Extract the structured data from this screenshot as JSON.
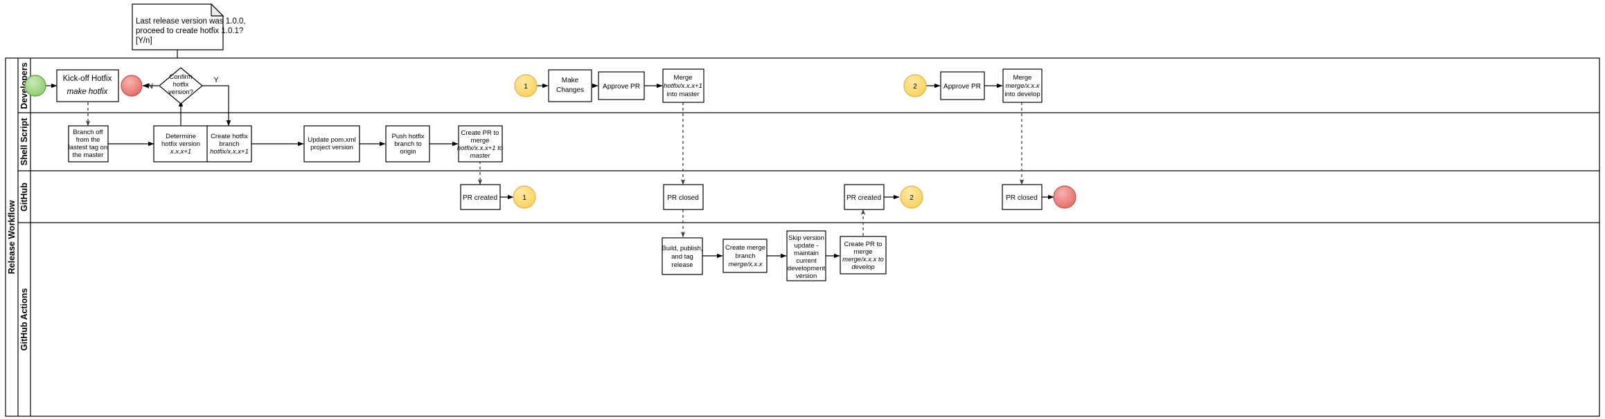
{
  "diagram": {
    "pool_title": "Release Workflow",
    "type": "bpmn-swimlane",
    "note": {
      "line1": "Last release version was 1.0.0,",
      "line2": "proceed to create hotfix 1.0.1?",
      "line3": "[Y/n]"
    },
    "lanes": [
      {
        "id": "developers",
        "label": "Developers"
      },
      {
        "id": "shell-script",
        "label": "Shell Script"
      },
      {
        "id": "github",
        "label": "GitHub"
      },
      {
        "id": "github-actions",
        "label": "GitHub Actions"
      }
    ],
    "colors": {
      "start_event": "#97d077",
      "end_event": "#ea6b66",
      "link_event": "#ffd966",
      "stroke": "#000000",
      "box_fill": "#ffffff",
      "note_fold": "#eeeeee"
    },
    "edge_labels": {
      "no": "N",
      "yes": "Y"
    },
    "nodes": {
      "start": {
        "label": ""
      },
      "kickoff": {
        "line1": "Kick-off Hotfix",
        "line2": "make hotfix"
      },
      "end_no": {
        "label": ""
      },
      "confirm": {
        "line1": "Confirm",
        "line2": "hotfix",
        "line3": "version?"
      },
      "branch_off": {
        "line1": "Branch off",
        "line2": "from the",
        "line3": "lastest tag on",
        "line4": "the master"
      },
      "determine": {
        "line1": "Determine",
        "line2": "hotfix version",
        "line3": "x.x.x+1"
      },
      "create_branch": {
        "line1": "Create hotfix",
        "line2": "branch",
        "line3": "hotfix/x.x.x+1"
      },
      "update_pom": {
        "line1": "Update pom.xml",
        "line2": "project version"
      },
      "push_branch": {
        "line1": "Push hotfix",
        "line2": "branch to",
        "line3": "origin"
      },
      "create_pr_master": {
        "line1": "Create PR to",
        "line2": "merge",
        "line3": "hotfix/x.x.x+1 to",
        "line4": "master"
      },
      "pr_created_1": {
        "label": "PR created"
      },
      "link_1a": {
        "label": "1"
      },
      "link_1b": {
        "label": "1"
      },
      "make_changes": {
        "line1": "Make",
        "line2": "Changes"
      },
      "approve_pr_1": {
        "label": "Approve PR"
      },
      "merge_master": {
        "line1": "Merge",
        "line2": "hotfix/x.x.x+1",
        "line3": "into master"
      },
      "pr_closed_1": {
        "label": "PR closed"
      },
      "build_publish": {
        "line1": "Build, publish,",
        "line2": "and tag",
        "line3": "release"
      },
      "create_merge_branch": {
        "line1": "Create merge",
        "line2": "branch",
        "line3": "merge/x.x.x"
      },
      "skip_version": {
        "line1": "Skip version",
        "line2": "update -",
        "line3": "maintain",
        "line4": "current",
        "line5": "development",
        "line6": "version"
      },
      "create_pr_develop": {
        "line1": "Create PR to",
        "line2": "merge",
        "line3": "merge/x.x.x to",
        "line4": "develop"
      },
      "pr_created_2": {
        "label": "PR created"
      },
      "link_2a": {
        "label": "2"
      },
      "link_2b": {
        "label": "2"
      },
      "approve_pr_2": {
        "label": "Approve PR"
      },
      "merge_develop": {
        "line1": "Merge",
        "line2": "merge/x.x.x",
        "line3": "into develop"
      },
      "pr_closed_2": {
        "label": "PR closed"
      },
      "end_final": {
        "label": ""
      }
    }
  }
}
